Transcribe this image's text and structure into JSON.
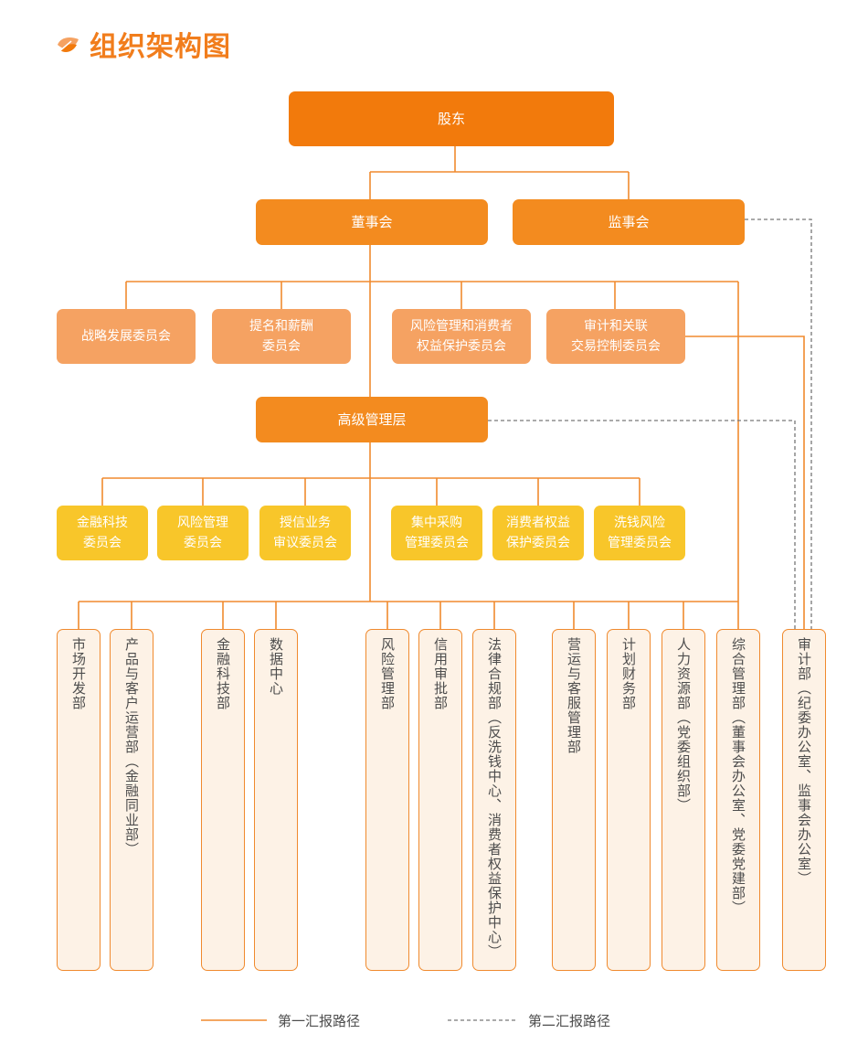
{
  "title": "组织架构图",
  "colors": {
    "accent": "#f27a0c",
    "top_box": "#f27a0c",
    "board_box": "#f38b1f",
    "committee_box": "#f5a262",
    "mgmt_committee_box": "#f8c62a",
    "department_fill": "#fdf2e6",
    "line": "#f08a2e",
    "dashed_line": "#777777"
  },
  "nodes": {
    "shareholders": "股东",
    "board": "董事会",
    "supervisors": "监事会",
    "senior_management": "高级管理层"
  },
  "board_committees": [
    "战略发展委员会",
    "提名和薪酬\n委员会",
    "风险管理和消费者\n权益保护委员会",
    "审计和关联\n交易控制委员会"
  ],
  "management_committees": [
    "金融科技\n委员会",
    "风险管理\n委员会",
    "授信业务\n审议委员会",
    "集中采购\n管理委员会",
    "消费者权益\n保护委员会",
    "洗钱风险\n管理委员会"
  ],
  "departments": [
    "市场开发部",
    "产品与客户运营部（金融同业部）",
    "金融科技部",
    "数据中心",
    "风险管理部",
    "信用审批部",
    "法律合规部（反洗钱中心、消费者权益保护中心）",
    "营运与客服管理部",
    "计划财务部",
    "人力资源部（党委组织部）",
    "综合管理部（董事会办公室、党委党建部）",
    "审计部（纪委办公室、监事会办公室）"
  ],
  "legend": {
    "primary": "第一汇报路径",
    "secondary": "第二汇报路径"
  }
}
